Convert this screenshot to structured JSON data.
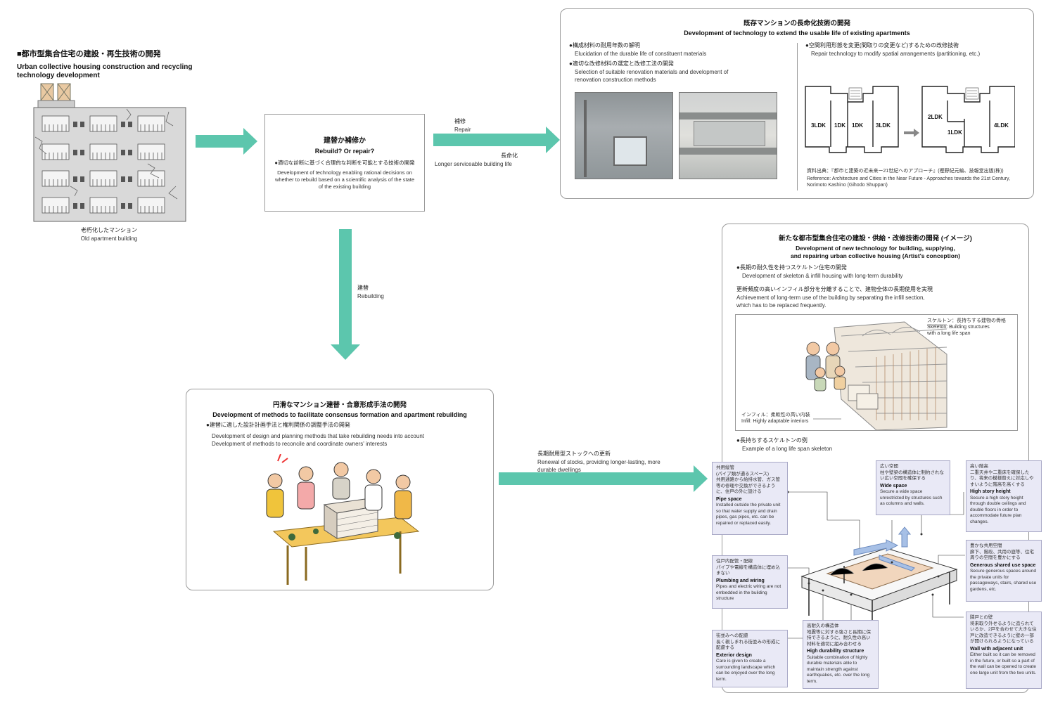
{
  "header": {
    "title_jp": "■都市型集合住宅の建設・再生技術の開発",
    "title_en": "Urban collective housing construction and recycling technology development"
  },
  "old_building": {
    "caption_jp": "老朽化したマンション",
    "caption_en": "Old apartment building"
  },
  "decision": {
    "title_jp": "建替か補修か",
    "title_en": "Rebuild? Or repair?",
    "bullet_jp": "●適切な診断に基づく合理的な判断を可能とする技術の開発",
    "bullet_en": "Development of technology enabling rational decisions on whether to rebuild based on a scientific analysis of the state of the existing building"
  },
  "repair_arrow": {
    "label_jp": "補修",
    "label_en": "Repair",
    "label2_jp": "長命化",
    "label2_en": "Longer serviceable building life"
  },
  "rebuild_arrow": {
    "label_jp": "建替",
    "label_en": "Rebuilding"
  },
  "renewal_arrow": {
    "label_jp": "長期耐用型ストックへの更新",
    "label_en": "Renewal of stocks, providing longer-lasting, more durable dwellings"
  },
  "existing": {
    "title_jp": "既存マンションの長命化技術の開発",
    "title_en": "Development of technology to extend the usable life of existing apartments",
    "items": [
      {
        "jp": "●構成材料の耐用年数の解明",
        "en": "Elucidation of the durable life of constituent materials"
      },
      {
        "jp": "●適切な改修材料の選定と改修工法の開発",
        "en": "Selection of suitable renovation materials and development of renovation construction methods"
      },
      {
        "jp": "●空間利用形態を変更(間取りの変更など)するための改修技術",
        "en": "Repair technology to modify spatial arrangements (partitioning, etc.)"
      }
    ],
    "plan_before": [
      "3LDK",
      "1DK",
      "1DK",
      "3LDK"
    ],
    "plan_after": [
      "2LDK",
      "1LDK",
      "4LDK"
    ],
    "reference_jp": "資料出典：『都市と建築の近未来ー21世紀へのアプローチ』(樫野紀元編、技報堂出版(株))",
    "reference_en": "Reference: Architecture and Cities in the Near Future - Approaches towards the 21st Century, Norimoto Kashino (Gihodo Shuppan)"
  },
  "consensus": {
    "title_jp": "円滑なマンション建替・合意形成手法の開発",
    "title_en": "Development of methods to facilitate consensus formation and apartment rebuilding",
    "bullet_jp": "●建替に適した設計計画手法と権利関係の調整手法の開発",
    "bullet_en1": "Development of design and planning methods that take rebuilding needs into account",
    "bullet_en2": "Development of methods to reconcile and coordinate owners' interests"
  },
  "newtech": {
    "title_jp": "新たな都市型集合住宅の建設・供給・改修技術の開発 (イメージ)",
    "title_en1": "Development of new technology for building, supplying,",
    "title_en2": "and repairing urban collective housing (Artist's conception)",
    "bullet1_jp": "●長期の耐久性を持つスケルトン住宅の開発",
    "bullet1_en": "Development of skeleton & infill housing with long-term durability",
    "para_jp": "更新頻度の高いインフィル部分を分離することで、建物全体の長期使用を実現",
    "para_en1": "Achievement of long-term use of the building by separating the infill section,",
    "para_en2": "which has to be replaced frequently.",
    "skeleton_jp": "スケルトン：長持ちする建物の骨格",
    "skeleton_en1": "Skeleton: Building structures",
    "skeleton_en2": "with a long life span",
    "infill_jp": "インフィル：柔軟性の高い内装",
    "infill_en": "Infill: Highly adaptable interiors",
    "bullet2_jp": "●長持ちするスケルトンの例",
    "bullet2_en": "Example of a long life span skeleton"
  },
  "callouts": {
    "pipe": {
      "jp": "共用縦管\n(パイプ類が通るスペース)\n共用通路から給排水管、ガス管等の修理や交換ができるように、住戸の外に設ける",
      "title": "Pipe space",
      "en": "Installed outside the private unit so that water supply and drain pipes, gas pipes, etc. can be repaired or replaced easily."
    },
    "wide": {
      "jp": "広い空間\n柱や壁梁の構造体に制約されない広い空間を確保する",
      "title": "Wide space",
      "en": "Secure a wide space unrestricted by structures such as columns and walls."
    },
    "high": {
      "jp": "高い階高\n二重天井や二重床を確保したり、将来の模様替えに対応しやすいように階高を高くする",
      "title": "High story height",
      "en": "Secure a high story height through double ceilings and double floors in order to accommodate future plan changes."
    },
    "plumb": {
      "jp": "住戸内配管・配線\nパイプや電線を構造体に埋め込まない",
      "title": "Plumbing and wiring",
      "en": "Pipes and electric wiring are not embedded in the building structure"
    },
    "shared": {
      "jp": "豊かな共用空間\n廊下、階段、共用の庭等、住宅周りの空間を豊かにする",
      "title": "Generous shared use space",
      "en": "Secure generous spaces around the private units for passageways, stairs, shared use gardens, etc."
    },
    "exterior": {
      "jp": "街並みへの配慮\n長く親しまれる街並みの形成に配慮する",
      "title": "Exterior design",
      "en": "Care is given to create a surrounding landscape which can be enjoyed over the long term."
    },
    "durable": {
      "jp": "高耐久の構造体\n地震等に対する強さと長期に保持できるように、耐久性の高い材料を適切に組み合わせる",
      "title": "High durability structure",
      "en": "Suitable combination of highly durable materials able to maintain strength against earthquakes, etc. over the long term."
    },
    "wall": {
      "jp": "隣戸との壁\n将来取り外せるように造られているか、2戸を合わせて大きな住戸に改造できるように壁の一部が開けられるようになっている",
      "title": "Wall with adjacent unit",
      "en": "Either built so it can be removed in the future, or built so a part of the wall can be opened to create one large unit from the two units."
    }
  },
  "colors": {
    "arrow": "#5cc6ad",
    "callout_bg": "#e9e9f6",
    "border": "#9a9a9a"
  }
}
